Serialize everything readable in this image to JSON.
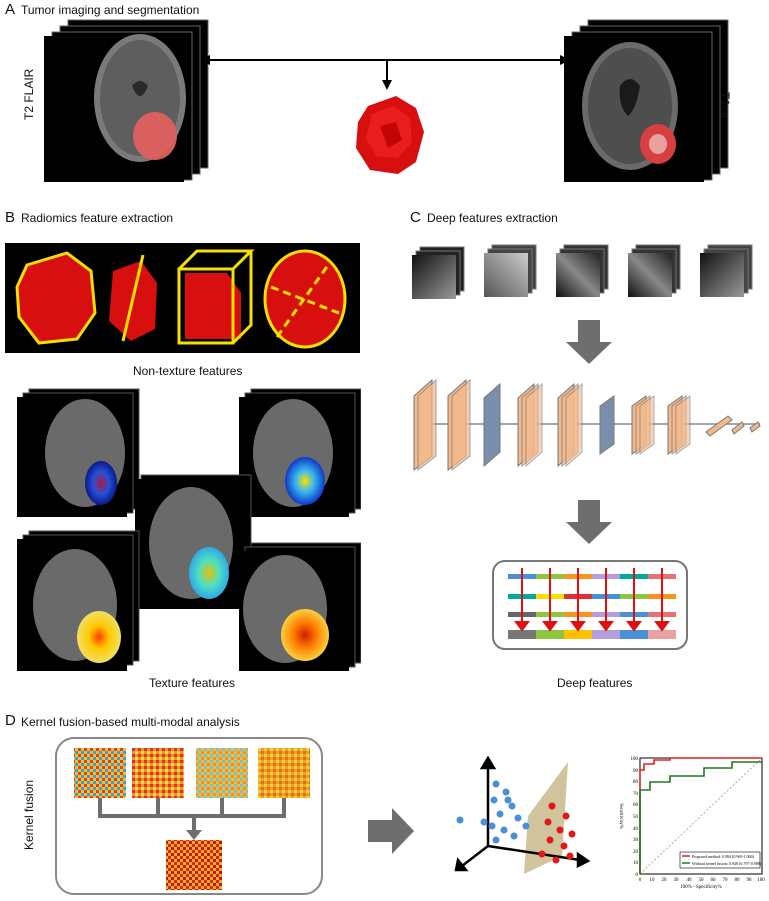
{
  "panelA": {
    "letter": "A",
    "title": "Tumor imaging and segmentation",
    "left_label": "T2 FLAIR",
    "right_label": "T1ce"
  },
  "panelB": {
    "letter": "B",
    "title": "Radiomics feature extraction",
    "nontexture_label": "Non-texture features",
    "texture_label": "Texture features"
  },
  "panelC": {
    "letter": "C",
    "title": "Deep features extraction",
    "deep_label": "Deep features"
  },
  "panelD": {
    "letter": "D",
    "title": "Kernel fusion-based multi-modal analysis",
    "side_label": "Kernel fusion",
    "roc": {
      "legend": [
        "Proposed method: 0.984 (0.969-1.000)",
        "Without kernel fusion: 0.948 (0.797-0.988)"
      ],
      "xlabel": "100% - Specificity%",
      "ylabel": "Sensitivity%",
      "ticks": [
        "0",
        "10",
        "20",
        "30",
        "40",
        "50",
        "60",
        "70",
        "80",
        "90",
        "100"
      ]
    }
  },
  "colors": {
    "tumor": "#e01010",
    "box": "#f5e000",
    "arrow": "#6e6e6e",
    "roc_red": "#e02020",
    "roc_green": "#1e7a1e",
    "scatter_blue": "#4a8fd6",
    "scatter_red": "#e01818"
  }
}
